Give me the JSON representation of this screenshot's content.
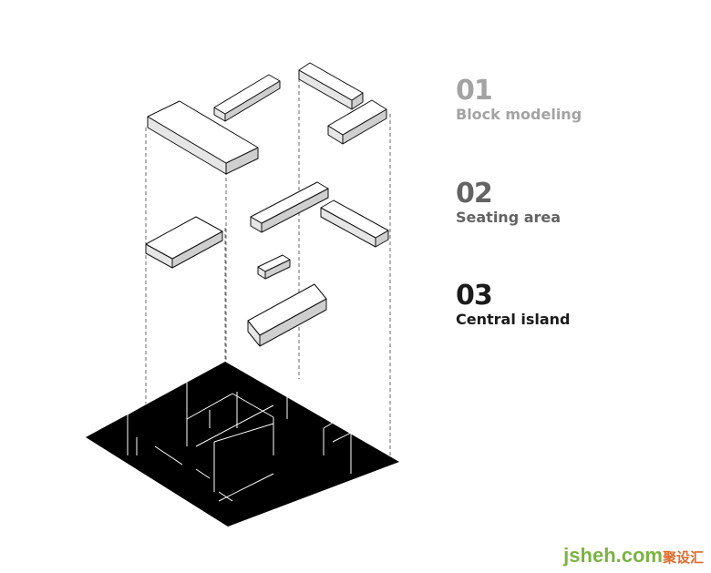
{
  "steps": [
    {
      "number": "01",
      "label": "Block modeling"
    },
    {
      "number": "02",
      "label": "Seating area"
    },
    {
      "number": "03",
      "label": "Central island"
    }
  ],
  "watermark": {
    "site": "jsheh.com",
    "chinese": "聚设汇"
  },
  "colors": {
    "step1": "#a3a3a3",
    "step2": "#636363",
    "step3": "#1b1b1b",
    "floor": "#000000",
    "watermark": "#7ab342"
  }
}
